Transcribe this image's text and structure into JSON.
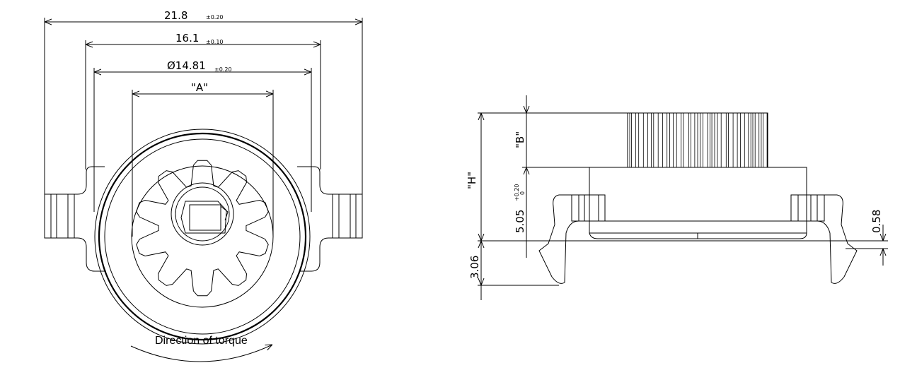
{
  "top_view": {
    "dim_overall": {
      "value": "21.8",
      "tolerance": "±0.20"
    },
    "dim_ears": {
      "value": "16.1",
      "tolerance": "±0.10"
    },
    "dim_diameter": {
      "value": "Ø14.81",
      "tolerance": "±0.20"
    },
    "dim_a": "\"A\"",
    "caption": "Direction of torque"
  },
  "side_view": {
    "dim_h": "\"H\"",
    "dim_b": "\"B\"",
    "dim_body": {
      "value": "5.05",
      "tol_upper": "+0.20",
      "tol_lower": "0"
    },
    "dim_bottom": "3.06",
    "dim_clip": "0.58"
  }
}
